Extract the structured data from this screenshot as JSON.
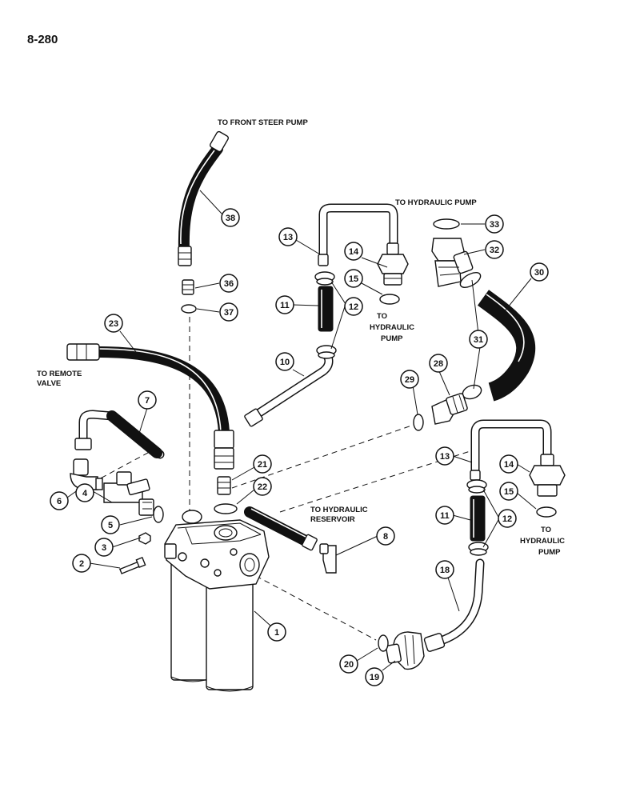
{
  "page_number": "8-280",
  "labels": {
    "front_steer": "TO FRONT STEER PUMP",
    "hyd_pump_top": "TO HYDRAULIC PUMP",
    "remote_valve_1": "TO REMOTE",
    "remote_valve_2": "VALVE",
    "to_1": "TO",
    "hydraulic_1": "HYDRAULIC",
    "pump_1": "PUMP",
    "reservoir_1": "TO HYDRAULIC",
    "reservoir_2": "RESERVOIR",
    "to_2": "TO",
    "hydraulic_2": "HYDRAULIC",
    "pump_2": "PUMP"
  },
  "callouts": {
    "c38": "38",
    "c33": "33",
    "c32": "32",
    "c30": "30",
    "c13a": "13",
    "c14a": "14",
    "c15a": "15",
    "c11a": "11",
    "c12a": "12",
    "c36": "36",
    "c37": "37",
    "c23": "23",
    "c10": "10",
    "c31": "31",
    "c28": "28",
    "c29": "29",
    "c7": "7",
    "c6": "6",
    "c4": "4",
    "c5": "5",
    "c21": "21",
    "c22": "22",
    "c13b": "13",
    "c14b": "14",
    "c15b": "15",
    "c11b": "11",
    "c12b": "12",
    "c8": "8",
    "c3": "3",
    "c2": "2",
    "c18": "18",
    "c1": "1",
    "c20": "20",
    "c19": "19"
  },
  "icons": [
    "hydraulic-filter-assembly",
    "hose",
    "tube",
    "fitting",
    "o-ring",
    "clamp"
  ]
}
